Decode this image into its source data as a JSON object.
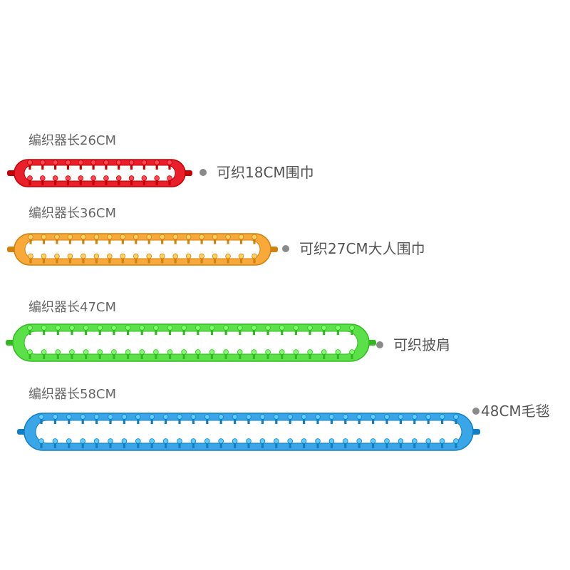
{
  "looms": [
    {
      "length_label": "编织器长26CM",
      "use_label": "可织18CM围巾",
      "color": "#e8202b",
      "peg_color": "#e8202b",
      "pegs_per_side": 12
    },
    {
      "length_label": "编织器长36CM",
      "use_label": "可织27CM大人围巾",
      "color": "#f9a93a",
      "peg_color": "#f9a93a",
      "pegs_per_side": 18
    },
    {
      "length_label": "编织器长47CM",
      "use_label": "可织披肩",
      "color": "#5be04a",
      "peg_color": "#5be04a",
      "pegs_per_side": 24
    },
    {
      "length_label": "编织器长58CM",
      "use_label": "48CM毛毯",
      "color": "#3aa6e8",
      "peg_color": "#3aa6e8",
      "pegs_per_side": 31
    }
  ]
}
